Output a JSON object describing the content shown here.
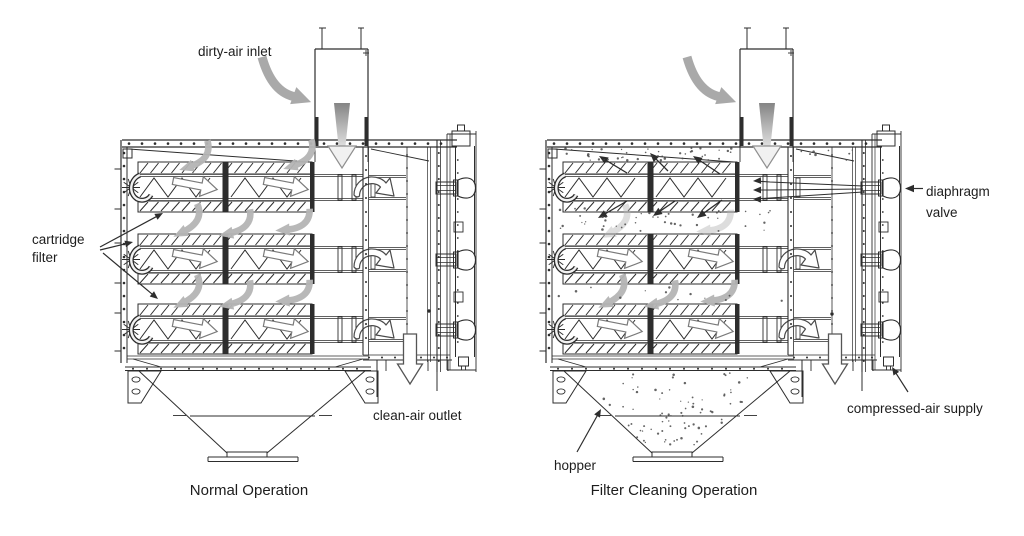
{
  "figure": {
    "colors": {
      "background": "#ffffff",
      "line": "#2d2d2d",
      "flow_gray": "#b5b5b5",
      "inlet_gray": "#a9a9a9",
      "arrow_outline": "#7a7a7a",
      "speck": "#4a4a4a",
      "text": "#1d1d1d"
    },
    "diagrams": [
      {
        "id": "normal-operation",
        "caption": "Normal Operation",
        "labels": {
          "dirty_air_inlet": "dirty-air inlet",
          "cartridge_filter_line1": "cartridge",
          "cartridge_filter_line2": "filter",
          "clean_air_outlet": "clean-air outlet"
        }
      },
      {
        "id": "filter-cleaning-operation",
        "caption": "Filter Cleaning Operation",
        "labels": {
          "diaphragm_valve_line1": "diaphragm",
          "diaphragm_valve_line2": "valve",
          "compressed_air_supply": "compressed-air supply",
          "hopper": "hopper"
        }
      }
    ]
  }
}
